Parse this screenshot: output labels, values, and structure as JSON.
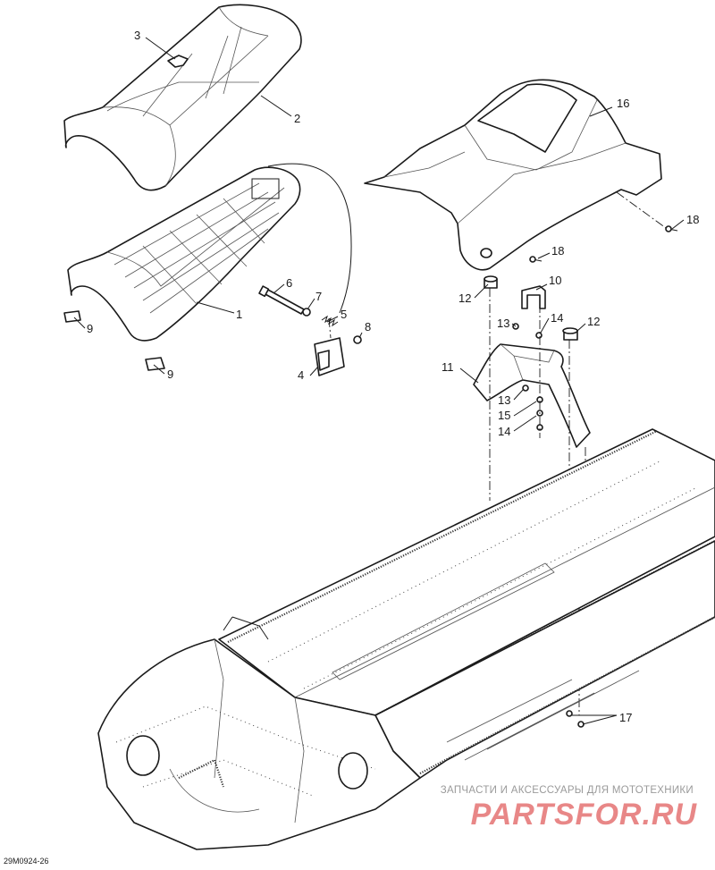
{
  "callouts": {
    "c1": "1",
    "c2": "2",
    "c3": "3",
    "c4": "4",
    "c5": "5",
    "c6": "6",
    "c7": "7",
    "c8": "8",
    "c9a": "9",
    "c9b": "9",
    "c10": "10",
    "c11": "11",
    "c12a": "12",
    "c12b": "12",
    "c13a": "13",
    "c13b": "13",
    "c14a": "14",
    "c14b": "14",
    "c15": "15",
    "c16": "16",
    "c17": "17",
    "c18a": "18",
    "c18b": "18"
  },
  "document_code": "29M0924-26",
  "watermark": {
    "tagline": "ЗАПЧАСТИ И АКСЕССУАРЫ ДЛЯ МОТОТЕХНИКИ",
    "logo": "PARTSFOR.RU"
  }
}
